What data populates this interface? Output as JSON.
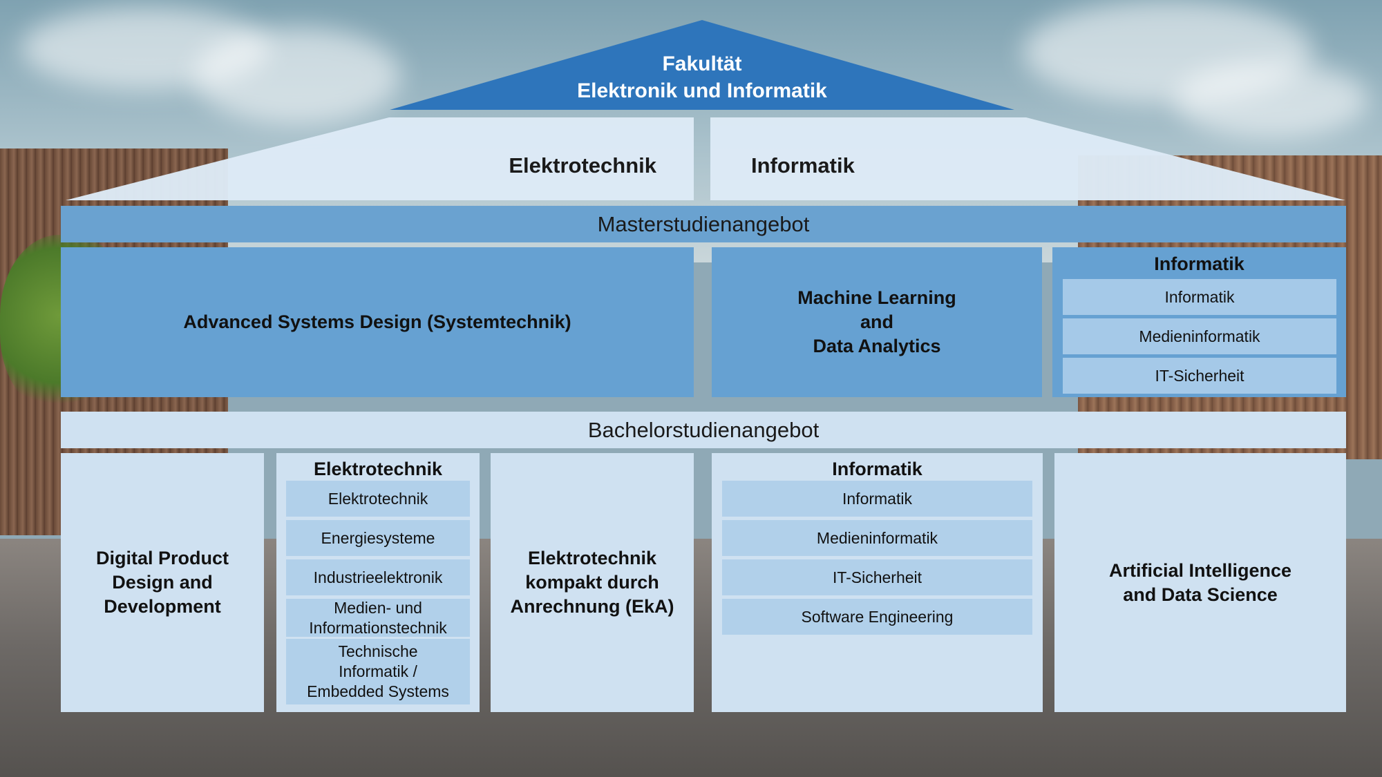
{
  "faculty": {
    "line1": "Fakultät",
    "line2": "Elektronik und Informatik",
    "left_label": "Elektrotechnik",
    "right_label": "Informatik"
  },
  "master": {
    "band_label": "Masterstudienangebot",
    "asd_label": "Advanced Systems Design (Systemtechnik)",
    "ml_lines": [
      "Machine Learning",
      "and",
      "Data Analytics"
    ],
    "informatik_title": "Informatik",
    "informatik_items": [
      "Informatik",
      "Medieninformatik",
      "IT-Sicherheit"
    ]
  },
  "bachelor": {
    "band_label": "Bachelorstudienangebot",
    "dpd_lines": [
      "Digital Product",
      "Design and",
      "Development"
    ],
    "etech_title": "Elektrotechnik",
    "etech_items": [
      [
        "Elektrotechnik"
      ],
      [
        "Energiesysteme"
      ],
      [
        "Industrieelektronik"
      ],
      [
        "Medien- und",
        "Informationstechnik"
      ],
      [
        "Technische",
        "Informatik /",
        "Embedded Systems"
      ]
    ],
    "eka_lines": [
      "Elektrotechnik",
      "kompakt durch",
      "Anrechnung (EkA)"
    ],
    "inf_title": "Informatik",
    "inf_items": [
      "Informatik",
      "Medieninformatik",
      "IT-Sicherheit",
      "Software Engineering"
    ],
    "aids_lines": [
      "Artificial Intelligence",
      "and Data Science"
    ]
  },
  "colors": {
    "roof_top": "#2e75bb",
    "roof_wings": "#ddeaf6",
    "master_band": "#6aa2d0",
    "master_box": "#66a1d2",
    "bachelor_box": "#cfe1f1"
  }
}
